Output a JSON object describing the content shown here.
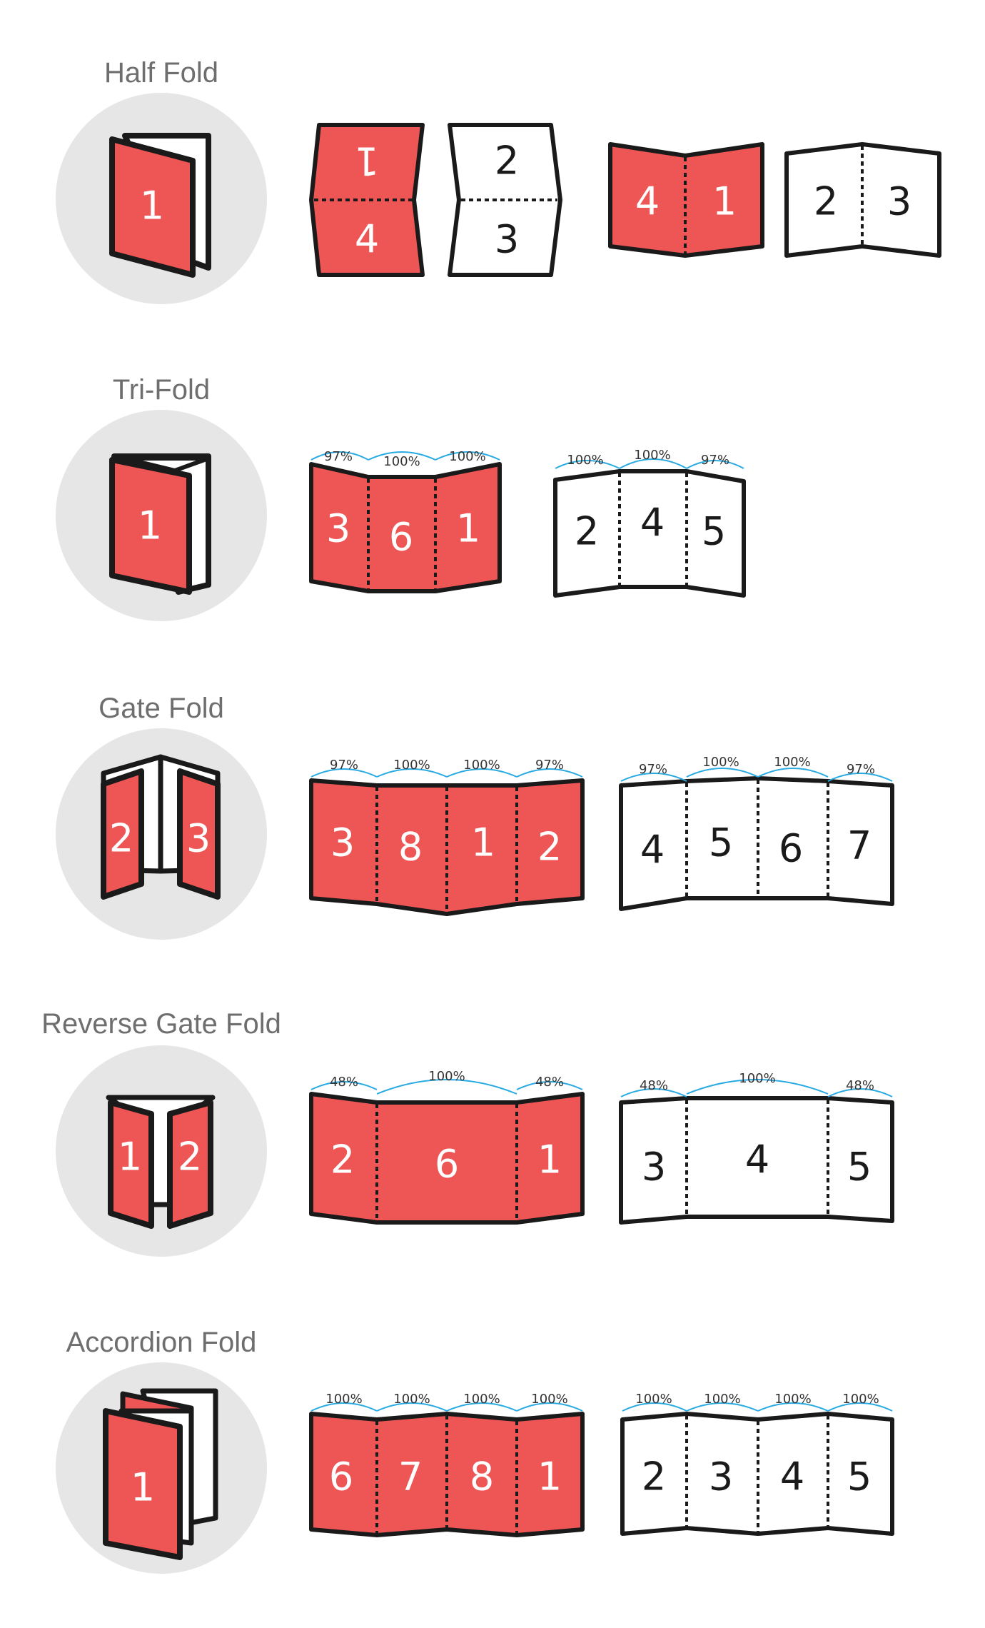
{
  "colors": {
    "red": "#ee5555",
    "outline": "#1a1a1a",
    "bracket": "#29abe2",
    "circle": "#e6e6e6",
    "title": "#6e6e6e"
  },
  "sections": [
    {
      "title": "Half Fold",
      "icon_labels": [
        "1"
      ],
      "outside_labels": [
        "1",
        "4"
      ],
      "inside_labels": [
        "2",
        "3"
      ],
      "open_outside_labels": [
        "4",
        "1"
      ],
      "open_inside_labels": [
        "2",
        "3"
      ]
    },
    {
      "title": "Tri-Fold",
      "icon_labels": [
        "1"
      ],
      "outside_labels": [
        "3",
        "6",
        "1"
      ],
      "outside_percents": [
        "97%",
        "100%",
        "100%"
      ],
      "inside_labels": [
        "2",
        "4",
        "5"
      ],
      "inside_percents": [
        "100%",
        "100%",
        "97%"
      ]
    },
    {
      "title": "Gate Fold",
      "icon_labels": [
        "2",
        "3"
      ],
      "outside_labels": [
        "3",
        "8",
        "1",
        "2"
      ],
      "outside_percents": [
        "97%",
        "100%",
        "100%",
        "97%"
      ],
      "inside_labels": [
        "4",
        "5",
        "6",
        "7"
      ],
      "inside_percents": [
        "97%",
        "100%",
        "100%",
        "97%"
      ]
    },
    {
      "title": "Reverse Gate Fold",
      "icon_labels": [
        "1",
        "2"
      ],
      "outside_labels": [
        "2",
        "6",
        "1"
      ],
      "outside_percents": [
        "48%",
        "100%",
        "48%"
      ],
      "inside_labels": [
        "3",
        "4",
        "5"
      ],
      "inside_percents": [
        "48%",
        "100%",
        "48%"
      ]
    },
    {
      "title": "Accordion Fold",
      "icon_labels": [
        "1"
      ],
      "outside_labels": [
        "6",
        "7",
        "8",
        "1"
      ],
      "outside_percents": [
        "100%",
        "100%",
        "100%",
        "100%"
      ],
      "inside_labels": [
        "2",
        "3",
        "4",
        "5"
      ],
      "inside_percents": [
        "100%",
        "100%",
        "100%",
        "100%"
      ]
    }
  ]
}
